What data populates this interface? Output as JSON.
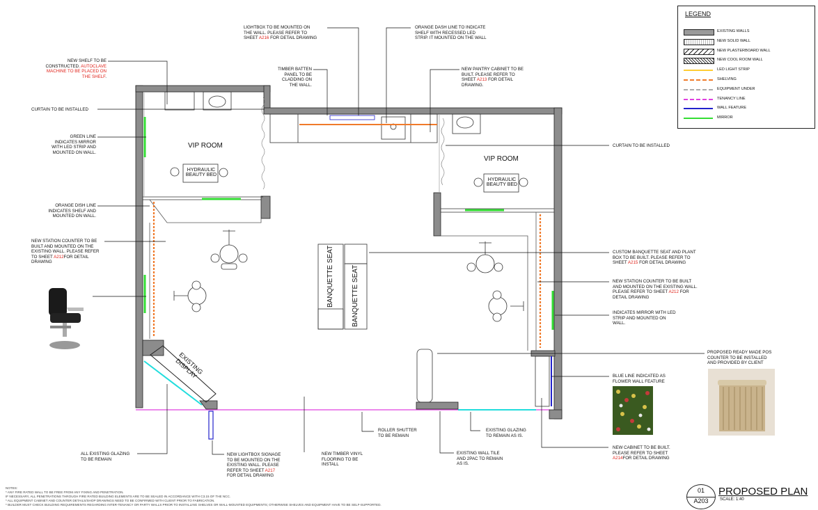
{
  "legend": {
    "title": "LEGEND",
    "items": [
      {
        "label": "EXISTING WALLS",
        "style": "solid-grey",
        "color": "#9a9a9a"
      },
      {
        "label": "NEW SOLID WALL",
        "style": "dotted",
        "color": "#cccccc"
      },
      {
        "label": "NEW PLASTERBOARD WALL",
        "style": "hatched",
        "color": "#ffffff"
      },
      {
        "label": "NEW COOL ROOM WALL",
        "style": "zigzag",
        "color": "#333333"
      },
      {
        "label": "LED LIGHT STRIP",
        "style": "line",
        "color": "#ffcc33"
      },
      {
        "label": "SHELVING",
        "style": "dash",
        "color": "#f07a2a"
      },
      {
        "label": "EQUIPMENT UNDER",
        "style": "dash",
        "color": "#aaaaaa"
      },
      {
        "label": "TENANCY LINE",
        "style": "dash",
        "color": "#e040e0"
      },
      {
        "label": "WALL FEATURE",
        "style": "line",
        "color": "#2222cc"
      },
      {
        "label": "MIRROR",
        "style": "line",
        "color": "#33dd33"
      }
    ]
  },
  "rooms": {
    "vip_left": "VIP ROOM",
    "vip_right": "VIP ROOM",
    "bed_left": "HYDRAULIC\nBEAUTY BED",
    "bed_right": "HYDRAULIC\nBEAUTY BED",
    "banquette_1": "BANQUETTE SEAT",
    "banquette_2": "BANQUETTE SEAT",
    "display": "EXISTING\nDISPLAY"
  },
  "annotations": {
    "new_shelf": {
      "text": "NEW SHELF TO BE\nCONSTRUCTED. ",
      "red": "AUTOCLAVE\nMACHINE TO BE PLACED ON\nTHE SHELF",
      "after": "."
    },
    "curtain_left": "CURTAIN TO BE INSTALLED",
    "green_line": "GREEN LINE\nINDICATES MIRROR\nWITH LED STRIP AND\nMOUNTED ON WALL.",
    "orange_dish": "ORANGE DISH LINE\nINDICATES SHELF AND\nMOUNTED ON WALL.",
    "station_left": {
      "text": "NEW STATION COUNTER TO BE\nBUILT AND MOUNTED ON THE\nEXISTING WALL.  PLEASE REFER\nTO SHEET ",
      "red": "A212",
      "after": "FOR DETAIL\nDRAWING"
    },
    "lightbox_top": {
      "text": "LIGHTBOX TO BE MOUNTED ON\nTHE WALL. PLEASE REFER TO\nSHEET ",
      "red": "A216",
      "after": " FOR DETAIL DRAWING"
    },
    "timber_batten": "TIMBER BATTEN\nPANEL TO BE\nCLADDING ON\nTHE WALL.",
    "orange_dash": "ORANGE DASH LINE TO INDICATE\nSHELF WITH RECESSED LED\nSTRIP. IT MOUNTED ON THE WALL",
    "pantry": {
      "text": "NEW PANTRY CABINET TO BE\nBUILT.  PLEASE REFER TO\nSHEET ",
      "red": "A213",
      "after": " FOR DETAIL\nDRAWING."
    },
    "curtain_right": "CURTAIN TO BE INSTALLED",
    "banquette": {
      "text": "CUSTOM BANQUETTE SEAT AND PLANT\nBOX TO BE BUILT. PLEASE REFER TO\nSHEET ",
      "red": "A215",
      "after": " FOR DETAIL DRAWING"
    },
    "station_right": {
      "text": "NEW STATION COUNTER TO BE BUILT\nAND MOUNTED ON THE EXISTING WALL.\nPLEASE REFER TO SHEET ",
      "red": "A212",
      "after": " FOR\nDETAIL DRAWING"
    },
    "mirror_led": "INDICATES MIRROR WITH LED\nSTRIP AND MOUNTED ON\nWALL.",
    "pos": "PROPOSED READY MADE POS\nCOUNTER TO BE INSTALLED\nAND PROVIDED BY CLIENT",
    "blue_line": "BLUE LINE INDICATED AS\nFLOWER WALL FEATURE",
    "new_cabinet": {
      "text": "NEW CABINET TO BE BUILT.\nPLEASE REFER TO SHEET\n",
      "red": "A214",
      "after": "FOR DETAIL DRAWING"
    },
    "existing_glazing_left": "ALL EXISTING GLAZING\nTO BE REMAIN",
    "lightbox_signage": {
      "text": "NEW LIGHTBOX SIGNAGE\nTO BE MOUNTED ON THE\nEXISTING WALL. PLEASE\nREFER TO SHEET ",
      "red": "A217",
      "after": "\nFOR DETAIL DRAWING"
    },
    "vinyl": "NEW TIMBER VINYL\nFLOORING TO BE\nINSTALL",
    "roller": "ROLLER SHUTTER\nTO BE REMAIN",
    "wall_tile": "EXISTING WALL TILE\nAND 2PAC TO REMAIN\nAS IS.",
    "glazing_right": "EXISTING GLAZING\nTO REMAIN AS IS."
  },
  "notes": "NOTES:\n*    ANY FIRE RATED WALL TO BE FREE FROM ANY FIXING AND PENETRATION.\n     IF NECESSARY, ALL PENETRATIONS THROUGH FIRE RATED BUILDING ELEMENTS ARE TO BE SEALED IN ACCORDANCE WITH C3.15 OF THE NCC.\n*    ALL EQUIPMENT CABINET AND COUNTER DETAILS/SHOP DRAWINGS NEED TO BE CONFIRMED WITH CLIENT PRIOR TO FABRICATION.\n*    BUILDER MUST CHECK BUILDING REQUIREMENTS REGARDING INTER-TENANCY OR PARTY WALLS PRIOR TO INSTALLING SHELVES OR WALL-MOUNTED EQUIPMENTS; OTHERWISE SHELVES AND EQUIPMENT HAVE TO BE SELF-SUPPORTED.",
  "title_block": {
    "number": "01",
    "sheet": "A203",
    "title": "PROPOSED PLAN",
    "scale": "SCALE: 1:40"
  },
  "colors": {
    "wall": "#8c8c8c",
    "shelf": "#f07a2a",
    "mirror": "#33dd33",
    "tenancy": "#e040e0",
    "glazing": "#22dddd",
    "feature": "#2222cc",
    "accent_red": "#e0231a"
  }
}
